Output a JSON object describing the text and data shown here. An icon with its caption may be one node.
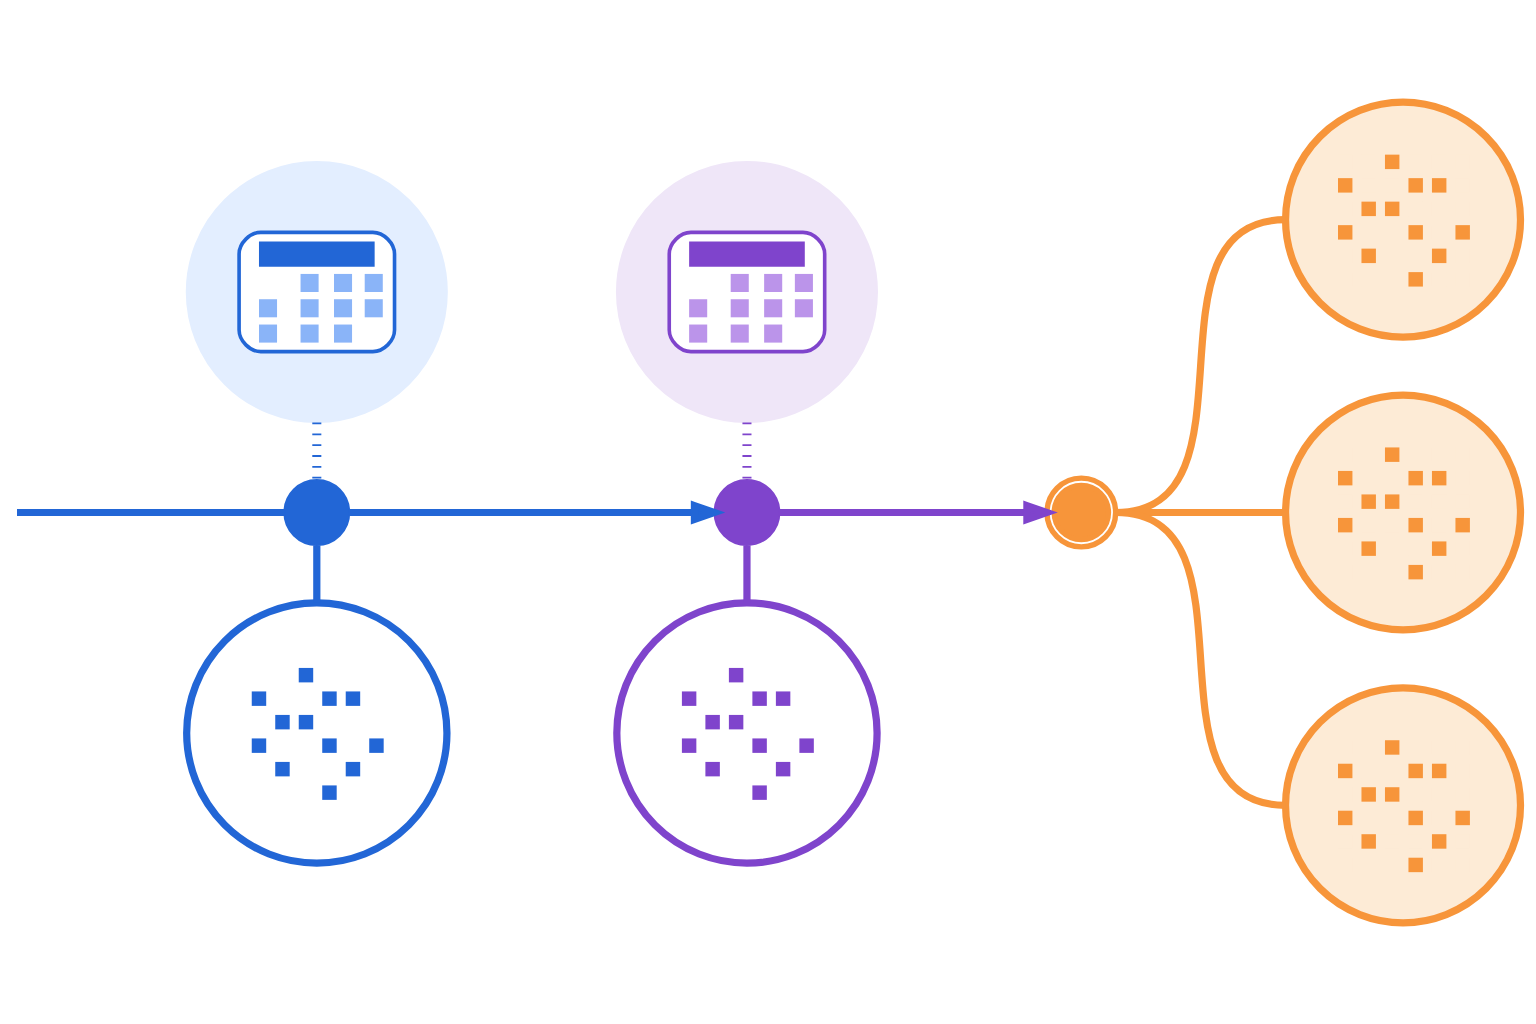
{
  "diagram": {
    "nodes": [
      {
        "text": [],
        "shape": "picture"
      },
      {
        "text": [],
        "shape": "circle"
      },
      {
        "text": [],
        "shape": "picture"
      },
      {
        "text": [],
        "shape": "picture"
      },
      {
        "text": [],
        "shape": "circle"
      },
      {
        "text": [],
        "shape": "picture"
      },
      {
        "text": [],
        "shape": "circle"
      },
      {
        "text": [],
        "shape": "picture"
      },
      {
        "text": [],
        "shape": "picture"
      },
      {
        "text": [],
        "shape": "picture"
      }
    ],
    "edges": [
      {
        "from": null,
        "to": 1,
        "arrow": "none",
        "color": "#2266d6"
      },
      {
        "from": 0,
        "to": 1,
        "arrow": "none",
        "style": "dashed",
        "color": "#2266d6"
      },
      {
        "from": 1,
        "to": 2,
        "arrow": "none",
        "color": "#2266d6"
      },
      {
        "from": 1,
        "to": 4,
        "arrow": "to",
        "color": "#2266d6"
      },
      {
        "from": 3,
        "to": 4,
        "arrow": "none",
        "style": "dashed",
        "color": "#7f44cc"
      },
      {
        "from": 4,
        "to": 5,
        "arrow": "none",
        "color": "#7f44cc"
      },
      {
        "from": 4,
        "to": 6,
        "arrow": "to",
        "color": "#7f44cc"
      },
      {
        "from": 6,
        "to": 7,
        "arrow": "none",
        "color": "#f7953a"
      },
      {
        "from": 6,
        "to": 8,
        "arrow": "none",
        "color": "#f7953a"
      },
      {
        "from": 6,
        "to": 9,
        "arrow": "none",
        "color": "#f7953a"
      }
    ]
  }
}
